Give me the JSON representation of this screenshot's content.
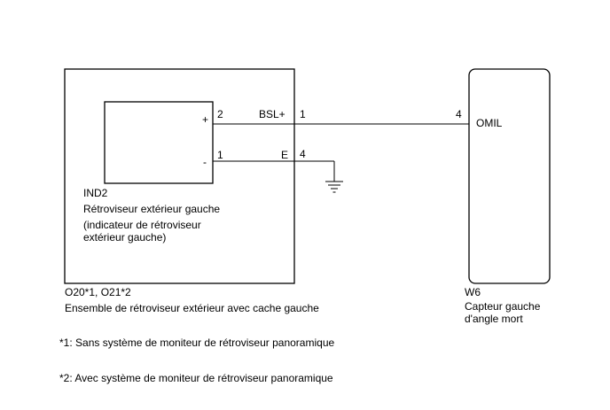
{
  "mirror_assembly": {
    "connector_codes": "O20*1, O21*2",
    "name": "Ensemble de rétroviseur extérieur avec cache gauche"
  },
  "indicator": {
    "code": "IND2",
    "name": "Rétroviseur extérieur gauche",
    "note_line1": "(indicateur de rétroviseur",
    "note_line2": "extérieur gauche)",
    "plus_symbol": "+",
    "minus_symbol": "-"
  },
  "sensor": {
    "connector_code": "W6",
    "name_line1": "Capteur gauche",
    "name_line2": "d'angle mort",
    "terminal_label": "OMIL",
    "pin": "4"
  },
  "circuit": {
    "bsl_signal": "BSL+",
    "bsl_ind_pin": "2",
    "bsl_assembly_pin": "1",
    "ground_signal": "E",
    "ground_ind_pin": "1",
    "ground_assembly_pin": "4"
  },
  "footnotes": {
    "note1": "*1: Sans système de moniteur de rétroviseur panoramique",
    "note2": "*2: Avec système de moniteur de rétroviseur panoramique"
  }
}
